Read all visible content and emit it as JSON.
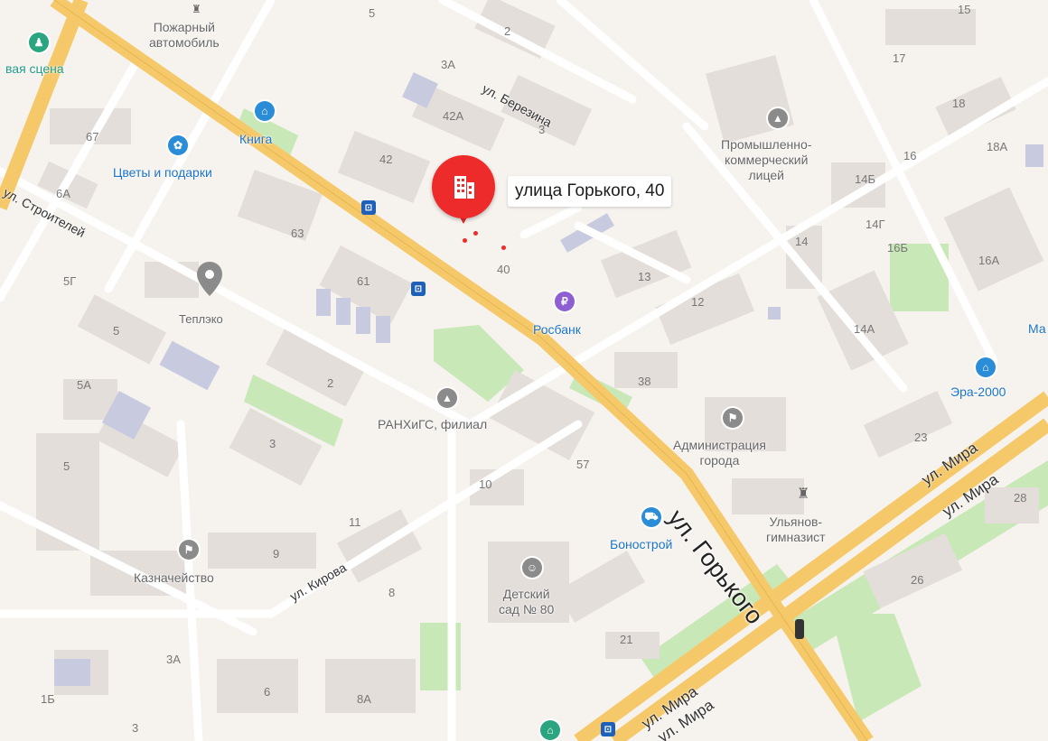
{
  "colors": {
    "background": "#f6f3ee",
    "building": "#e4dedb",
    "main_road": "#f5c96a",
    "minor_road": "#ffffff",
    "park": "#c9e8b7",
    "marker": "#ee2b2b",
    "poi_blue": "#2b8cd8",
    "poi_gray": "#8b8b8b",
    "poi_purple": "#8d5fd3",
    "transit": "#1e5fb8"
  },
  "selected_place": {
    "title": "улица Горького, 40",
    "icon": "building-icon"
  },
  "streets": [
    {
      "id": "gorkogo",
      "name": "ул. Горького",
      "size": "big"
    },
    {
      "id": "berezina",
      "name": "ул. Березина",
      "size": "normal"
    },
    {
      "id": "stroiteley",
      "name": "ул. Строителей",
      "size": "normal"
    },
    {
      "id": "kirova",
      "name": "ул. Кирова",
      "size": "normal"
    },
    {
      "id": "mira1",
      "name": "ул. Мира",
      "size": "normal"
    },
    {
      "id": "mira2",
      "name": "ул. Мира",
      "size": "normal"
    },
    {
      "id": "mira3",
      "name": "ул. Мира",
      "size": "normal"
    },
    {
      "id": "mira4",
      "name": "ул. Мира",
      "size": "normal"
    }
  ],
  "pois": [
    {
      "id": "pozharny",
      "name": "Пожарный\nавтомобиль",
      "icon": "monument-icon",
      "category": "gray"
    },
    {
      "id": "scena",
      "name": "вая сцена",
      "icon": "theatre-icon",
      "category": "teal"
    },
    {
      "id": "kniga",
      "name": "Книга",
      "icon": "shop-bag-icon",
      "category": "blue"
    },
    {
      "id": "cvety",
      "name": "Цветы и подарки",
      "icon": "flower-icon",
      "category": "blue"
    },
    {
      "id": "teplo",
      "name": "Теплэко",
      "icon": "location-pin-icon",
      "category": "gray"
    },
    {
      "id": "rosbank",
      "name": "Росбанк",
      "icon": "bank-icon",
      "category": "purple"
    },
    {
      "id": "licey",
      "name": "Промышленно-\nкоммерческий\nлицей",
      "icon": "education-icon",
      "category": "gray"
    },
    {
      "id": "ranhigs",
      "name": "РАНХиГС, филиал",
      "icon": "education-icon",
      "category": "gray"
    },
    {
      "id": "admin",
      "name": "Администрация\nгорода",
      "icon": "flag-icon",
      "category": "gray"
    },
    {
      "id": "era",
      "name": "Эра-2000",
      "icon": "shop-bag-icon",
      "category": "blue"
    },
    {
      "id": "ma",
      "name": "Ма",
      "icon": "",
      "category": "blue"
    },
    {
      "id": "ulyanov",
      "name": "Ульянов-\nгимназист",
      "icon": "monument-icon",
      "category": "gray"
    },
    {
      "id": "bonostroy",
      "name": "Боностpой",
      "icon": "cart-icon",
      "category": "blue"
    },
    {
      "id": "kaznach",
      "name": "Казначейство",
      "icon": "flag-icon",
      "category": "gray"
    },
    {
      "id": "detsad",
      "name": "Детский\nсад № 80",
      "icon": "kindergarten-icon",
      "category": "gray"
    },
    {
      "id": "museum",
      "name": "",
      "icon": "museum-icon",
      "category": "teal"
    }
  ],
  "houses": [
    "2",
    "5",
    "3А",
    "42А",
    "3",
    "42",
    "67",
    "6А",
    "63",
    "61",
    "5Г",
    "5",
    "5А",
    "2",
    "3",
    "5",
    "40",
    "13",
    "12",
    "38",
    "57",
    "10",
    "11",
    "9",
    "8",
    "21",
    "3А",
    "1Б",
    "6",
    "8А",
    "3",
    "17",
    "18",
    "18А",
    "16",
    "14Б",
    "14Г",
    "14",
    "16Б",
    "16А",
    "14А",
    "23",
    "28",
    "26",
    "15"
  ],
  "transit_stops": [
    "bus-stop-icon",
    "bus-stop-icon",
    "bus-stop-icon",
    "bus-stop-icon"
  ],
  "traffic_light": "traffic-light-icon"
}
